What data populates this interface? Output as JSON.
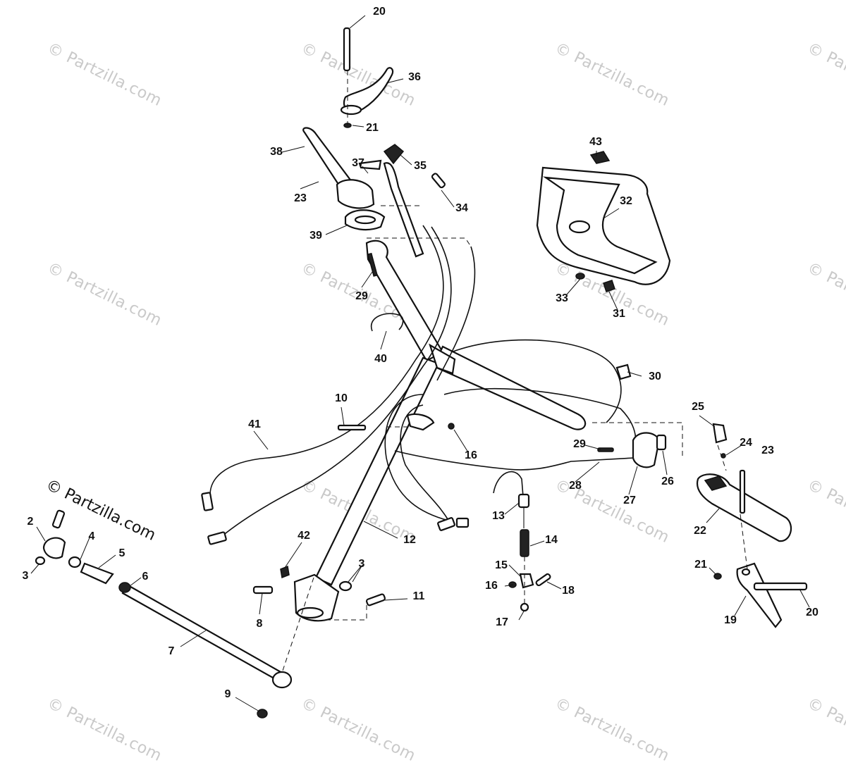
{
  "watermark": {
    "text": "© Partzilla.com",
    "main_text": "© Partzilla.com"
  },
  "callouts": [
    "20",
    "36",
    "21",
    "38",
    "37",
    "35",
    "23",
    "34",
    "39",
    "29",
    "40",
    "43",
    "32",
    "33",
    "31",
    "30",
    "10",
    "41",
    "16",
    "25",
    "24",
    "23",
    "29",
    "26",
    "28",
    "27",
    "13",
    "14",
    "12",
    "22",
    "42",
    "3",
    "2",
    "4",
    "5",
    "6",
    "3",
    "15",
    "16",
    "18",
    "17",
    "11",
    "8",
    "7",
    "21",
    "20",
    "19",
    "9"
  ]
}
